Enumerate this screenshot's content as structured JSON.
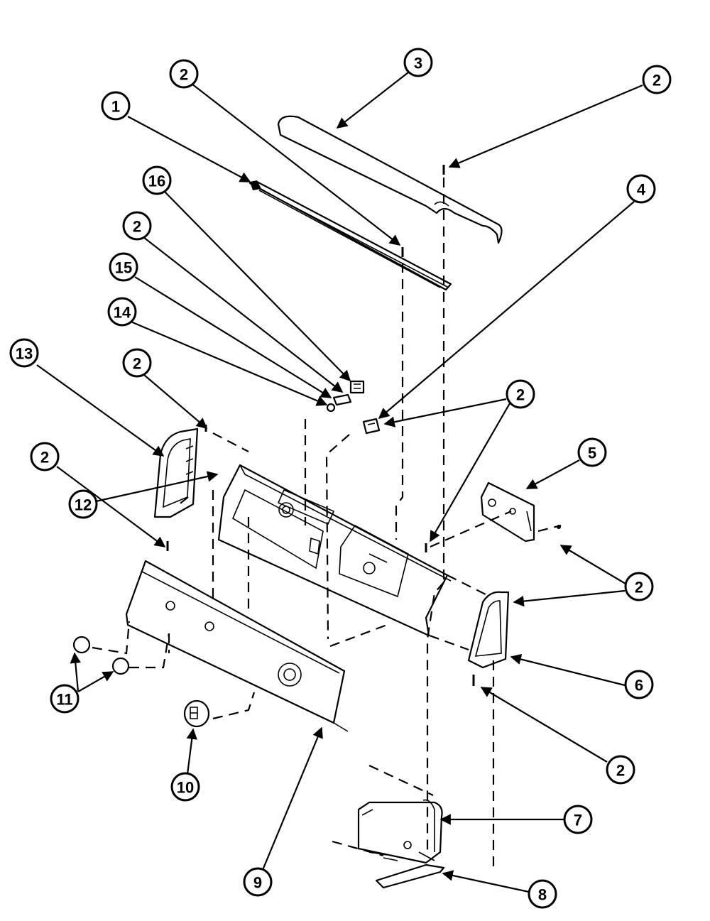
{
  "diagram": {
    "callouts": [
      {
        "id": "c1",
        "label": "1"
      },
      {
        "id": "c2a",
        "label": "2"
      },
      {
        "id": "c3",
        "label": "3"
      },
      {
        "id": "c2b",
        "label": "2"
      },
      {
        "id": "c16",
        "label": "16"
      },
      {
        "id": "c4",
        "label": "4"
      },
      {
        "id": "c2c",
        "label": "2"
      },
      {
        "id": "c15",
        "label": "15"
      },
      {
        "id": "c14",
        "label": "14"
      },
      {
        "id": "c13",
        "label": "13"
      },
      {
        "id": "c2d",
        "label": "2"
      },
      {
        "id": "c2e",
        "label": "2"
      },
      {
        "id": "c2f",
        "label": "2"
      },
      {
        "id": "c5",
        "label": "5"
      },
      {
        "id": "c12",
        "label": "12"
      },
      {
        "id": "c2g",
        "label": "2"
      },
      {
        "id": "c6",
        "label": "6"
      },
      {
        "id": "c11",
        "label": "11"
      },
      {
        "id": "c2h",
        "label": "2"
      },
      {
        "id": "c10",
        "label": "10"
      },
      {
        "id": "c7",
        "label": "7"
      },
      {
        "id": "c9",
        "label": "9"
      },
      {
        "id": "c8",
        "label": "8"
      }
    ]
  }
}
